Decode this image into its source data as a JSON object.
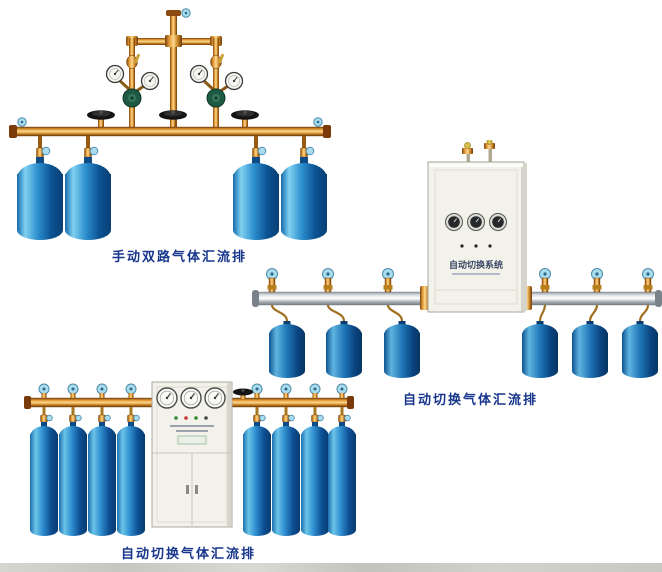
{
  "page": {
    "background_color": "#ffffff",
    "caption_color": "#17368c"
  },
  "products": [
    {
      "id": "manual-dual-gas-manifold",
      "caption": "手动双路气体汇流排"
    },
    {
      "id": "auto-switch-gas-manifold-wall-box",
      "caption": "自动切换气体汇流排",
      "cabinet_label": "自动切换系统"
    },
    {
      "id": "auto-switch-gas-manifold-floor-cabinet",
      "caption": "自动切换气体汇流排"
    }
  ]
}
